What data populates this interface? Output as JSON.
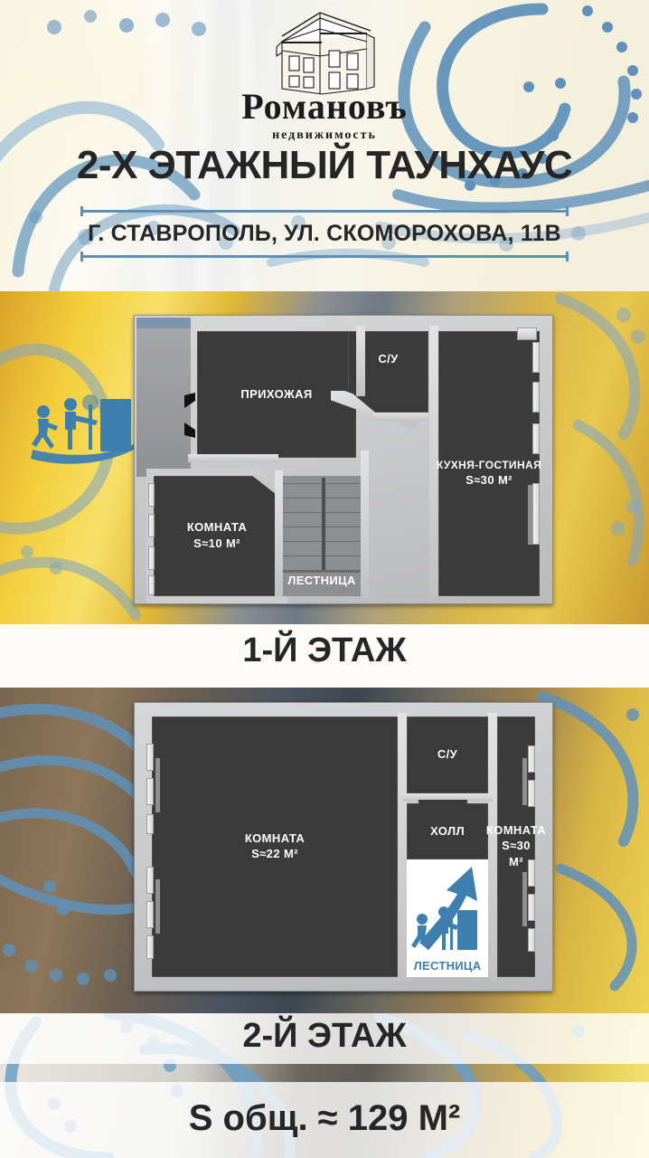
{
  "header": {
    "logo_name": "Романовъ",
    "logo_subtitle": "недвижимость",
    "logo_icon": "house-logo-icon",
    "title": "2-Х ЭТАЖНЫЙ ТАУНХАУС",
    "address": "Г. СТАВРОПОЛЬ, УЛ. СКОМОРОХОВА, 11В"
  },
  "colors": {
    "accent_blue": "#5f8fb5",
    "icon_blue": "#3f7fb0",
    "text_dark": "#262626",
    "room_fill": "#3b3b3b",
    "wall_fill": "#d6d7d8"
  },
  "floor1": {
    "band_label": "1-Й ЭТАЖ",
    "entry_icon": "entrance-people-door-icon",
    "entry_arrow_icon": "entrance-arrow-icon",
    "rooms": [
      {
        "name": "ПРИХОЖАЯ",
        "area": ""
      },
      {
        "name": "С/У",
        "area": ""
      },
      {
        "name": "КУХНЯ-ГОСТИНАЯ",
        "area": "S≈30 М²"
      },
      {
        "name": "КОМНАТА",
        "area": "S≈10 М²"
      }
    ],
    "stairs_label": "ЛЕСТНИЦА"
  },
  "floor2": {
    "band_label": "2-Й ЭТАЖ",
    "stairs_icon": "stairs-people-door-arrow-icon",
    "rooms": [
      {
        "name": "КОМНАТА",
        "area": "S≈22 М²"
      },
      {
        "name": "С/У",
        "area": ""
      },
      {
        "name": "ХОЛЛ",
        "area": ""
      },
      {
        "name": "КОМНАТА",
        "area": "S≈30 М²"
      }
    ],
    "stairs_label": "ЛЕСТНИЦА"
  },
  "total": {
    "label": "S общ. ≈ 129 М²"
  }
}
